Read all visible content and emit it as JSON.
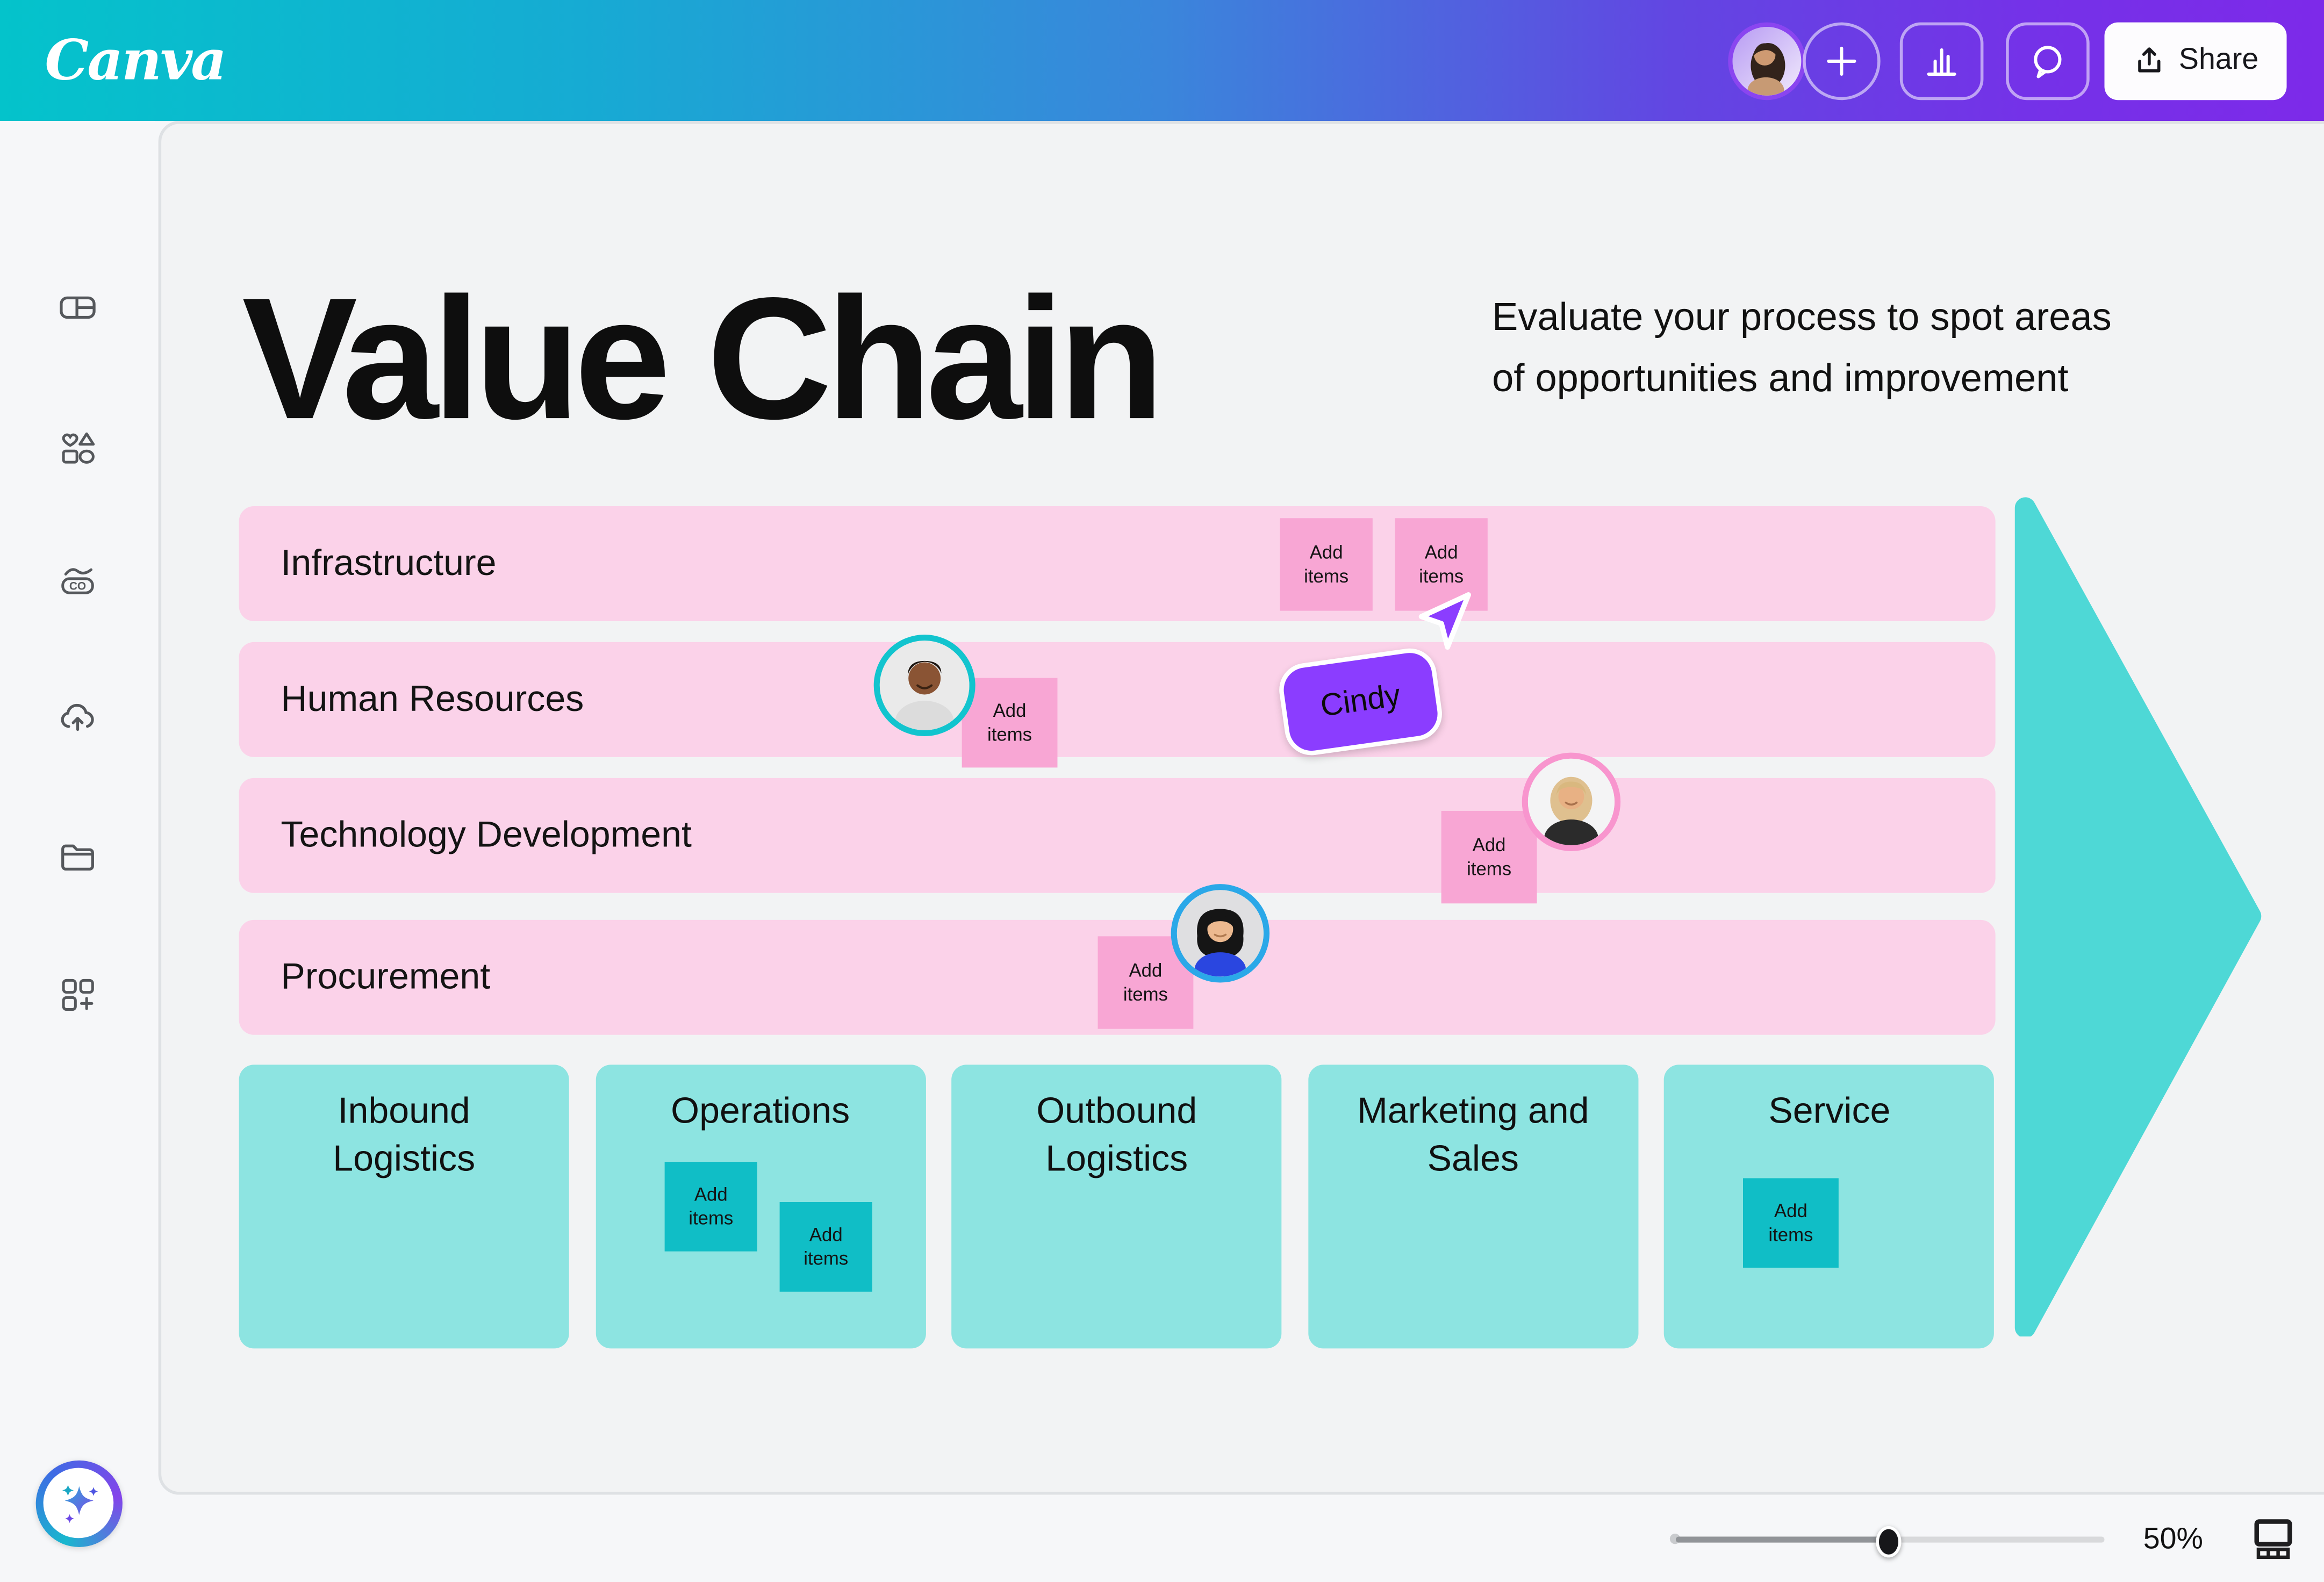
{
  "header": {
    "brand": "Canva",
    "share_label": "Share"
  },
  "sidebar": {
    "items": [
      {
        "icon": "templates-icon"
      },
      {
        "icon": "elements-icon"
      },
      {
        "icon": "brand-icon"
      },
      {
        "icon": "uploads-icon"
      },
      {
        "icon": "projects-icon"
      },
      {
        "icon": "apps-icon"
      }
    ]
  },
  "canvas": {
    "title": "Value Chain",
    "subtitle_line1": "Evaluate your process to spot areas",
    "subtitle_line2": "of opportunities and improvement",
    "sticky_label": "Add items",
    "collaborator": "Cindy",
    "rows": [
      {
        "label": "Infrastructure"
      },
      {
        "label": "Human Resources"
      },
      {
        "label": "Technology Development"
      },
      {
        "label": "Procurement"
      }
    ],
    "columns": [
      {
        "label": "Inbound Logistics"
      },
      {
        "label": "Operations"
      },
      {
        "label": "Outbound Logistics"
      },
      {
        "label": "Marketing and Sales"
      },
      {
        "label": "Service"
      }
    ]
  },
  "footer": {
    "zoom_level": "50%"
  },
  "colors": {
    "accent_purple": "#8B3DFF",
    "row_pink": "#FBD2E9",
    "sticky_pink": "#F8A6D4",
    "column_teal": "#8DE4E1",
    "sticky_teal": "#10BEC6",
    "arrow_teal": "#4ED8D6",
    "header_gradient_start": "#00C4CC",
    "header_gradient_end": "#7D2AE9"
  }
}
